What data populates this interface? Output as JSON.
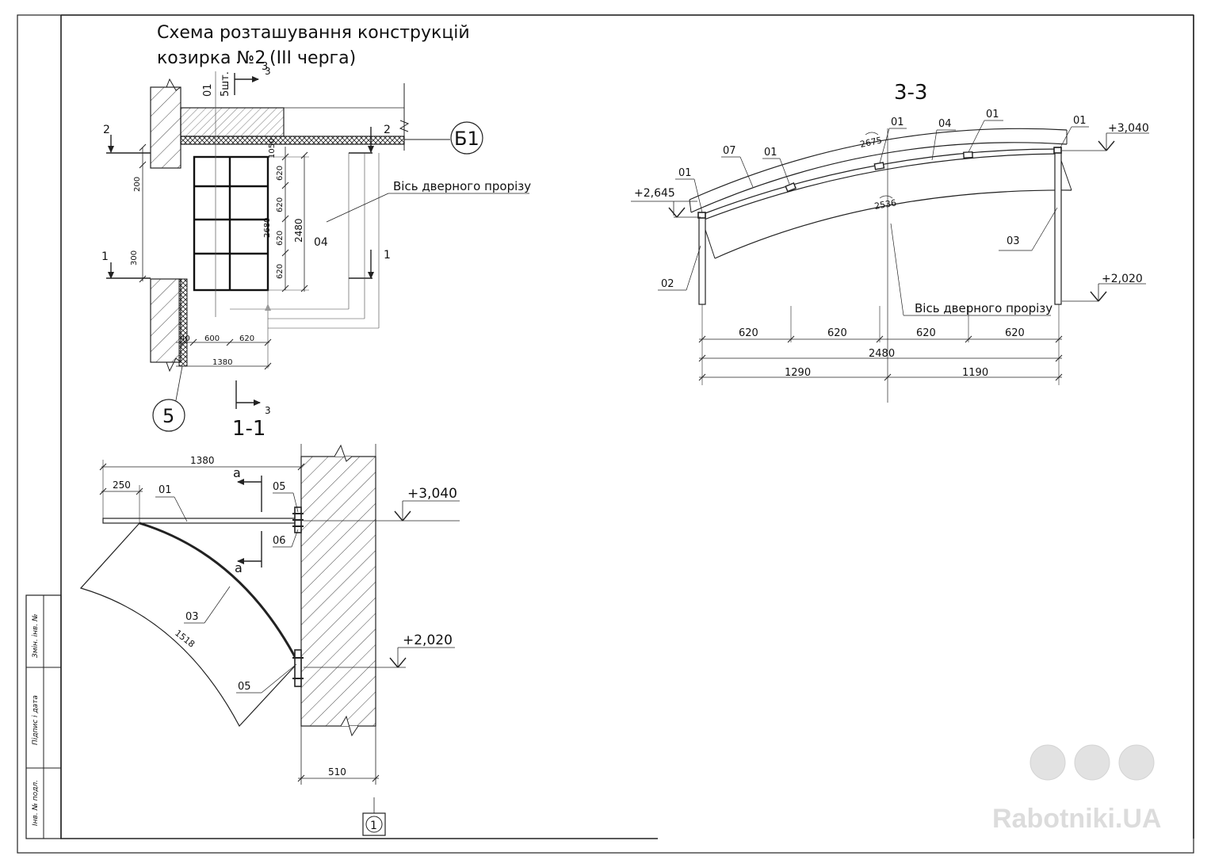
{
  "title": {
    "line1": "Схема розташування конструкцій",
    "line2": "козирка №2",
    "line2_sub": "3",
    "line2_tail": "(III черга)"
  },
  "plan": {
    "pos_01": "01",
    "pcs": "5шт.",
    "sec3": "3",
    "sec3b": "3",
    "sec2_left": "2",
    "sec2_right": "2",
    "sec1_left": "1",
    "sec1_right": "1",
    "axis_B1": "Б1",
    "axis_5": "5",
    "axis_label": "Вісь дверного прорізу",
    "pos_04": "04",
    "dims": {
      "d200": "200",
      "d300": "300",
      "d1050": "1050",
      "d620a": "620",
      "d620b": "620",
      "d620c": "620",
      "d620d": "620",
      "d2480": "2480",
      "d2680": "2680",
      "d40": "40",
      "d600": "600",
      "d620h": "620",
      "d1380": "1380"
    }
  },
  "sec11": {
    "title": "1-1",
    "d1380": "1380",
    "d250": "250",
    "p01": "01",
    "a1": "а",
    "a2": "а",
    "p05a": "05",
    "p06": "06",
    "p03": "03",
    "arc1518": "1518",
    "p05b": "05",
    "lvl_top": "+3,040",
    "lvl_bot": "+2,020",
    "d510": "510"
  },
  "sec33": {
    "title": "3-3",
    "p01a": "01",
    "p01b": "01",
    "p01c": "01",
    "p01d": "01",
    "p01e": "01",
    "p07": "07",
    "p04": "04",
    "p02": "02",
    "p03": "03",
    "arc2675": "2675",
    "arc2536": "2536",
    "lvl_left": "+2,645",
    "lvl_top": "+3,040",
    "lvl_bot": "+2,020",
    "axis_label": "Вісь дверного прорізу",
    "d620a": "620",
    "d620b": "620",
    "d620c": "620",
    "d620d": "620",
    "d2480": "2480",
    "d1290": "1290",
    "d1190": "1190"
  },
  "stamp": {
    "inv_orig": "Інв. № подл.",
    "sign_date": "Підпис і дата",
    "inv_repl": "Змін. інв. №"
  },
  "sheet_no": "1",
  "watermark": "Rabotniki.UA"
}
